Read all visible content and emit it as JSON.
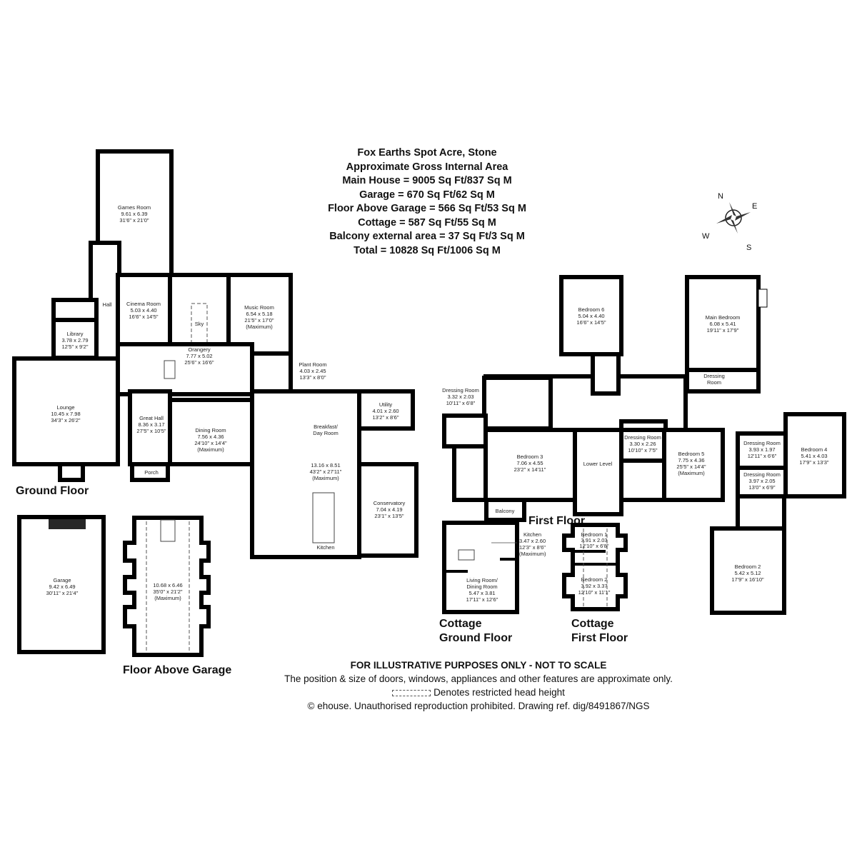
{
  "header": {
    "title": "Fox Earths Spot Acre, Stone",
    "subtitle": "Approximate Gross Internal Area",
    "areas": [
      "Main House = 9005 Sq Ft/837 Sq M",
      "Garage = 670 Sq Ft/62 Sq M",
      "Floor Above Garage = 566 Sq Ft/53 Sq M",
      "Cottage = 587 Sq Ft/55 Sq M",
      "Balcony external area = 37 Sq Ft/3 Sq M",
      "Total = 10828 Sq Ft/1006 Sq M"
    ]
  },
  "compass": {
    "n": "N",
    "e": "E",
    "s": "S",
    "w": "W"
  },
  "floors": {
    "ground": "Ground Floor",
    "first": "First Floor",
    "above_garage": "Floor Above Garage",
    "cottage_ground": [
      "Cottage",
      "Ground Floor"
    ],
    "cottage_first": [
      "Cottage",
      "First Floor"
    ]
  },
  "ground_rooms": {
    "games": [
      "Games Room",
      "9.61 x 6.39",
      "31'6\" x 21'0\""
    ],
    "hall": [
      "Hall"
    ],
    "cinema": [
      "Cinema Room",
      "5.03 x 4.40",
      "16'6\" x 14'5\""
    ],
    "sky": [
      "Sky"
    ],
    "orangery": [
      "Orangery",
      "7.77 x 5.02",
      "25'6\" x 16'6\""
    ],
    "music": [
      "Music Room",
      "6.54 x 5.18",
      "21'5\" x 17'0\"",
      "(Maximum)"
    ],
    "plant": [
      "Plant Room",
      "4.03 x 2.45",
      "13'3\" x 8'0\""
    ],
    "library": [
      "Library",
      "3.78 x 2.79",
      "12'5\" x 9'2\""
    ],
    "lounge": [
      "Lounge",
      "10.45 x 7.98",
      "34'3\" x 26'2\""
    ],
    "great_hall": [
      "Great Hall",
      "8.36 x 3.17",
      "27'5\" x 10'5\""
    ],
    "dining": [
      "Dining Room",
      "7.56 x 4.36",
      "24'10\" x 14'4\"",
      "(Maximum)"
    ],
    "porch": [
      "Porch"
    ],
    "breakfast": [
      "Breakfast/",
      "Day Room",
      "13.16 x 8.51",
      "43'2\" x 27'11\"",
      "(Maximum)"
    ],
    "kitchen": [
      "Kitchen"
    ],
    "utility": [
      "Utility",
      "4.01 x 2.60",
      "13'2\" x 8'6\""
    ],
    "conservatory": [
      "Conservatory",
      "7.04 x 4.19",
      "23'1\" x 13'5\""
    ],
    "garage": [
      "Garage",
      "9.42 x 6.49",
      "30'11\" x 21'4\""
    ],
    "above_garage": [
      "10.68 x 6.46",
      "35'0\" x 21'2\"",
      "(Maximum)"
    ]
  },
  "first_rooms": {
    "bedroom6": [
      "Bedroom 6",
      "5.04 x 4.40",
      "16'6\" x 14'5\""
    ],
    "main_bedroom": [
      "Main Bedroom",
      "6.08 x 5.41",
      "19'11\" x 17'9\""
    ],
    "dressing_main": [
      "Dressing",
      "Room"
    ],
    "dressing3": [
      "Dressing Room",
      "3.32 x 2.03",
      "10'11\" x 6'8\""
    ],
    "bedroom3": [
      "Bedroom 3",
      "7.06 x 4.55",
      "23'2\" x 14'11\""
    ],
    "balcony": [
      "Balcony"
    ],
    "lower_level": [
      "Lower Level"
    ],
    "dressing5": [
      "Dressing Room",
      "3.30 x 2.26",
      "10'10\" x 7'5\""
    ],
    "bedroom5": [
      "Bedroom 5",
      "7.75 x 4.36",
      "25'5\" x 14'4\"",
      "(Maximum)"
    ],
    "dressing4a": [
      "Dressing Room",
      "3.93 x 1.97",
      "12'11\" x 6'6\""
    ],
    "dressing4b": [
      "Dressing Room",
      "3.97 x 2.05",
      "13'0\" x 6'9\""
    ],
    "bedroom4": [
      "Bedroom 4",
      "5.41 x 4.03",
      "17'9\" x 13'3\""
    ],
    "bedroom2": [
      "Bedroom 2",
      "5.42 x 5.12",
      "17'9\" x 16'10\""
    ]
  },
  "cottage_rooms": {
    "kitchen": [
      "Kitchen",
      "3.47 x 2.60",
      "12'3\" x 8'6\"",
      "(Maximum)"
    ],
    "living": [
      "Living Room/",
      "Dining Room",
      "5.47 x 3.81",
      "17'11\" x 12'6\""
    ],
    "bedroom1": [
      "Bedroom 1",
      "3.91 x 2.03",
      "12'10\" x 6'8\""
    ],
    "bedroom2": [
      "Bedroom 2",
      "3.92 x 3.37",
      "12'10\" x 11'1\""
    ]
  },
  "footer": {
    "disclaimer": "FOR ILLUSTRATIVE PURPOSES ONLY - NOT TO SCALE",
    "note": "The position & size of doors, windows, appliances and other features are approximate only.",
    "legend": "Denotes restricted head height",
    "copyright": "© ehouse. Unauthorised reproduction prohibited. Drawing ref. dig/8491867/NGS"
  }
}
